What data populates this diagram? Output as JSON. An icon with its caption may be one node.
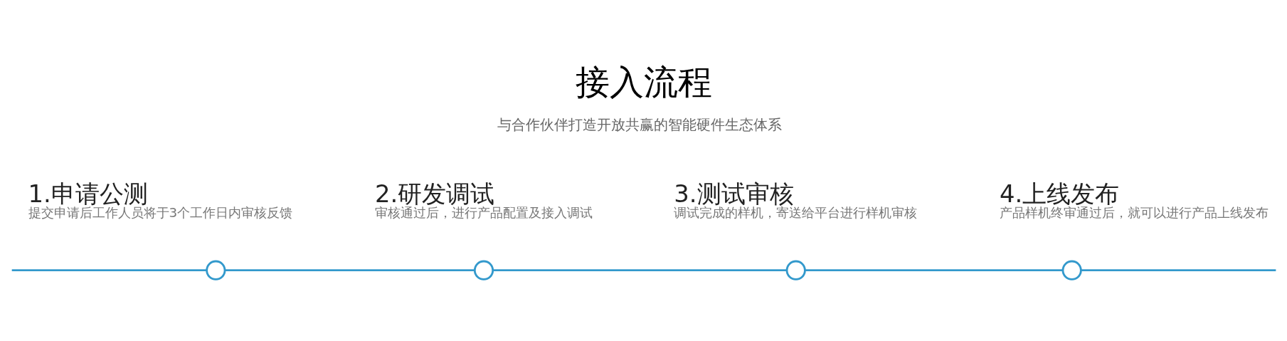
{
  "diagram": {
    "title": "接入流程",
    "nodes": [
      {
        "text": [
          "1.申请公测",
          "提交申请后工作人员将于3个工作日内审核反馈"
        ]
      },
      {
        "text": [
          "2.研发调试",
          "审核通过后，进行产品配置及接入调试"
        ]
      },
      {
        "text": [
          "3.测试审核",
          "调试完成的样机，寄送给平台进行样机审核"
        ]
      },
      {
        "text": [
          "4.上线发布",
          "产品样机终审通过后，就可以进行产品上线发布"
        ]
      },
      {
        "text": [],
        "shape": "circle"
      },
      {
        "text": [],
        "shape": "circle"
      },
      {
        "text": [],
        "shape": "circle"
      },
      {
        "text": [],
        "shape": "circle"
      }
    ],
    "edges": [
      {
        "from": null,
        "to": 4,
        "arrow": "none"
      },
      {
        "from": 4,
        "to": 5,
        "arrow": "none"
      },
      {
        "from": 5,
        "to": 6,
        "arrow": "none"
      },
      {
        "from": 6,
        "to": 7,
        "arrow": "none"
      },
      {
        "from": 7,
        "to": null,
        "arrow": "none"
      }
    ],
    "labels": [
      "与合作伙伴打造开放共赢的智能硬件生态体系"
    ]
  }
}
